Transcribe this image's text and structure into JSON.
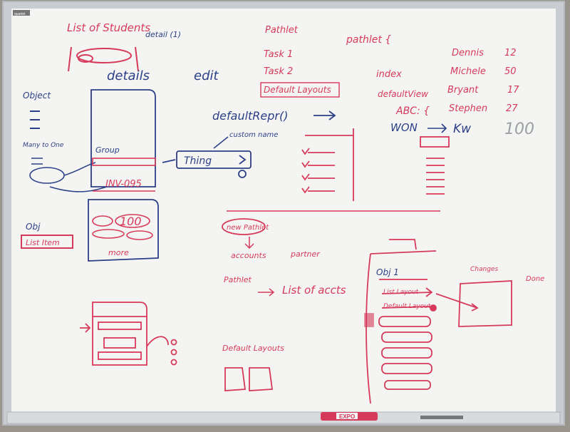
{
  "colors": {
    "wall": "#9a958c",
    "frame": "#c9ccd0",
    "board": "#f4f5f3",
    "red_marker": "#d63a5a",
    "blue_marker": "#2c3f86",
    "gray_marker": "#9aa0a6"
  },
  "board": {
    "brand_label": "quartet",
    "marker_label": "EXPO",
    "top_left": {
      "title": "List of Students",
      "detail": "detail (1)",
      "details_heading": "details",
      "edit_heading": "edit"
    },
    "left_notes": {
      "object": "Object",
      "custom_obj": "Obj",
      "list_item": "List Item",
      "many_to_one": "Many to One"
    },
    "middle": {
      "group": "Group",
      "inv_value": "INV-095",
      "value_100": "100",
      "more": "more",
      "default_repr": "defaultRepr()",
      "custom_name": "custom name",
      "thing": "Thing"
    },
    "pathlet_notes": {
      "pathlet": "Pathlet",
      "task_1": "Task 1",
      "task_2": "Task 2",
      "default_layouts": "Default Layouts",
      "new_pathlet": "new Pathlet",
      "accounts": "accounts",
      "partner": "partner",
      "pathlet_2": "Pathlet",
      "list_of_accounts": "List of accts",
      "default_layouts_2": "Default Layouts"
    },
    "code": {
      "pathlet_brace": "pathlet {",
      "index": "index",
      "default_view": "defaultView",
      "abc": "ABC: {",
      "won": "WON",
      "kw": "Kw"
    },
    "students": [
      {
        "name": "Dennis",
        "value": "12"
      },
      {
        "name": "Michele",
        "value": "50"
      },
      {
        "name": "Bryant",
        "value": "17"
      },
      {
        "name": "Stephen",
        "value": "27"
      },
      {
        "name": "Kw",
        "value": "100"
      }
    ],
    "right_bottom": {
      "obj_1": "Obj 1",
      "list_layout": "List Layout",
      "default_layout": "Default Layout",
      "changes": "Changes",
      "done": "Done"
    }
  }
}
